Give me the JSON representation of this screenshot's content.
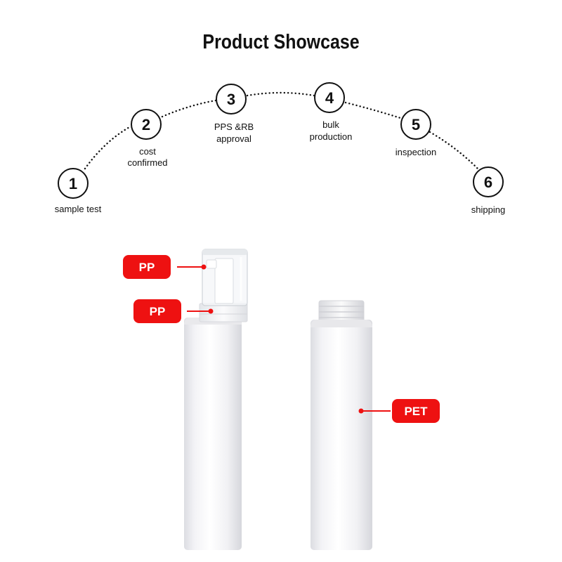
{
  "page": {
    "title": "Product Showcase"
  },
  "process": {
    "steps": [
      {
        "number": "1",
        "label": [
          "sample test"
        ]
      },
      {
        "number": "2",
        "label": [
          "cost",
          "confirmed"
        ]
      },
      {
        "number": "3",
        "label": [
          "PPS &RB",
          "approval"
        ]
      },
      {
        "number": "4",
        "label": [
          "bulk",
          "production"
        ]
      },
      {
        "number": "5",
        "label": [
          "inspection"
        ]
      },
      {
        "number": "6",
        "label": [
          "shipping"
        ]
      }
    ]
  },
  "materials": {
    "tags": [
      {
        "text": "PP",
        "part": "cap"
      },
      {
        "text": "PP",
        "part": "pump"
      },
      {
        "text": "PET",
        "part": "bottle"
      }
    ]
  },
  "colors": {
    "accent": "#ee1111",
    "text": "#111111",
    "bottle": "#f4f4f6"
  }
}
